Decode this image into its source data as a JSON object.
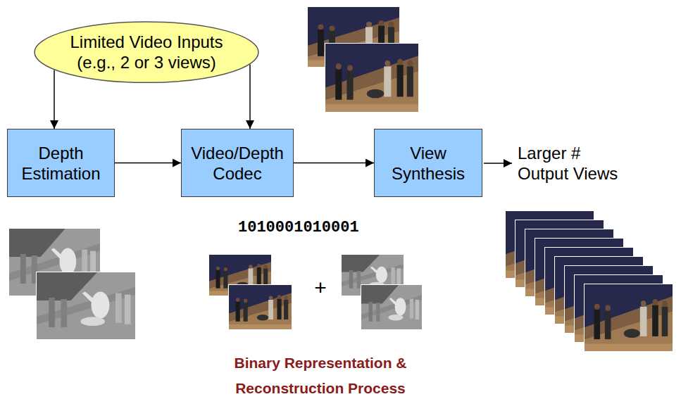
{
  "diagram": {
    "nodes": [
      {
        "text": [
          "Limited Video Inputs (e.g., 2 or 3 views)"
        ]
      },
      {
        "text": [
          "Depth Estimation"
        ]
      },
      {
        "text": [
          "Video/Depth Codec"
        ]
      },
      {
        "text": [
          "View Synthesis"
        ]
      }
    ],
    "edges": [
      {
        "from": 0,
        "to": 1,
        "arrow": "to"
      },
      {
        "from": 0,
        "to": 2,
        "arrow": "to"
      },
      {
        "from": 1,
        "to": 2,
        "arrow": "to"
      },
      {
        "from": 2,
        "to": 3,
        "arrow": "to"
      }
    ],
    "labels": [
      "Larger # Output Views",
      "1010001010001",
      "+",
      "Binary Representation & Reconstruction Process"
    ]
  }
}
